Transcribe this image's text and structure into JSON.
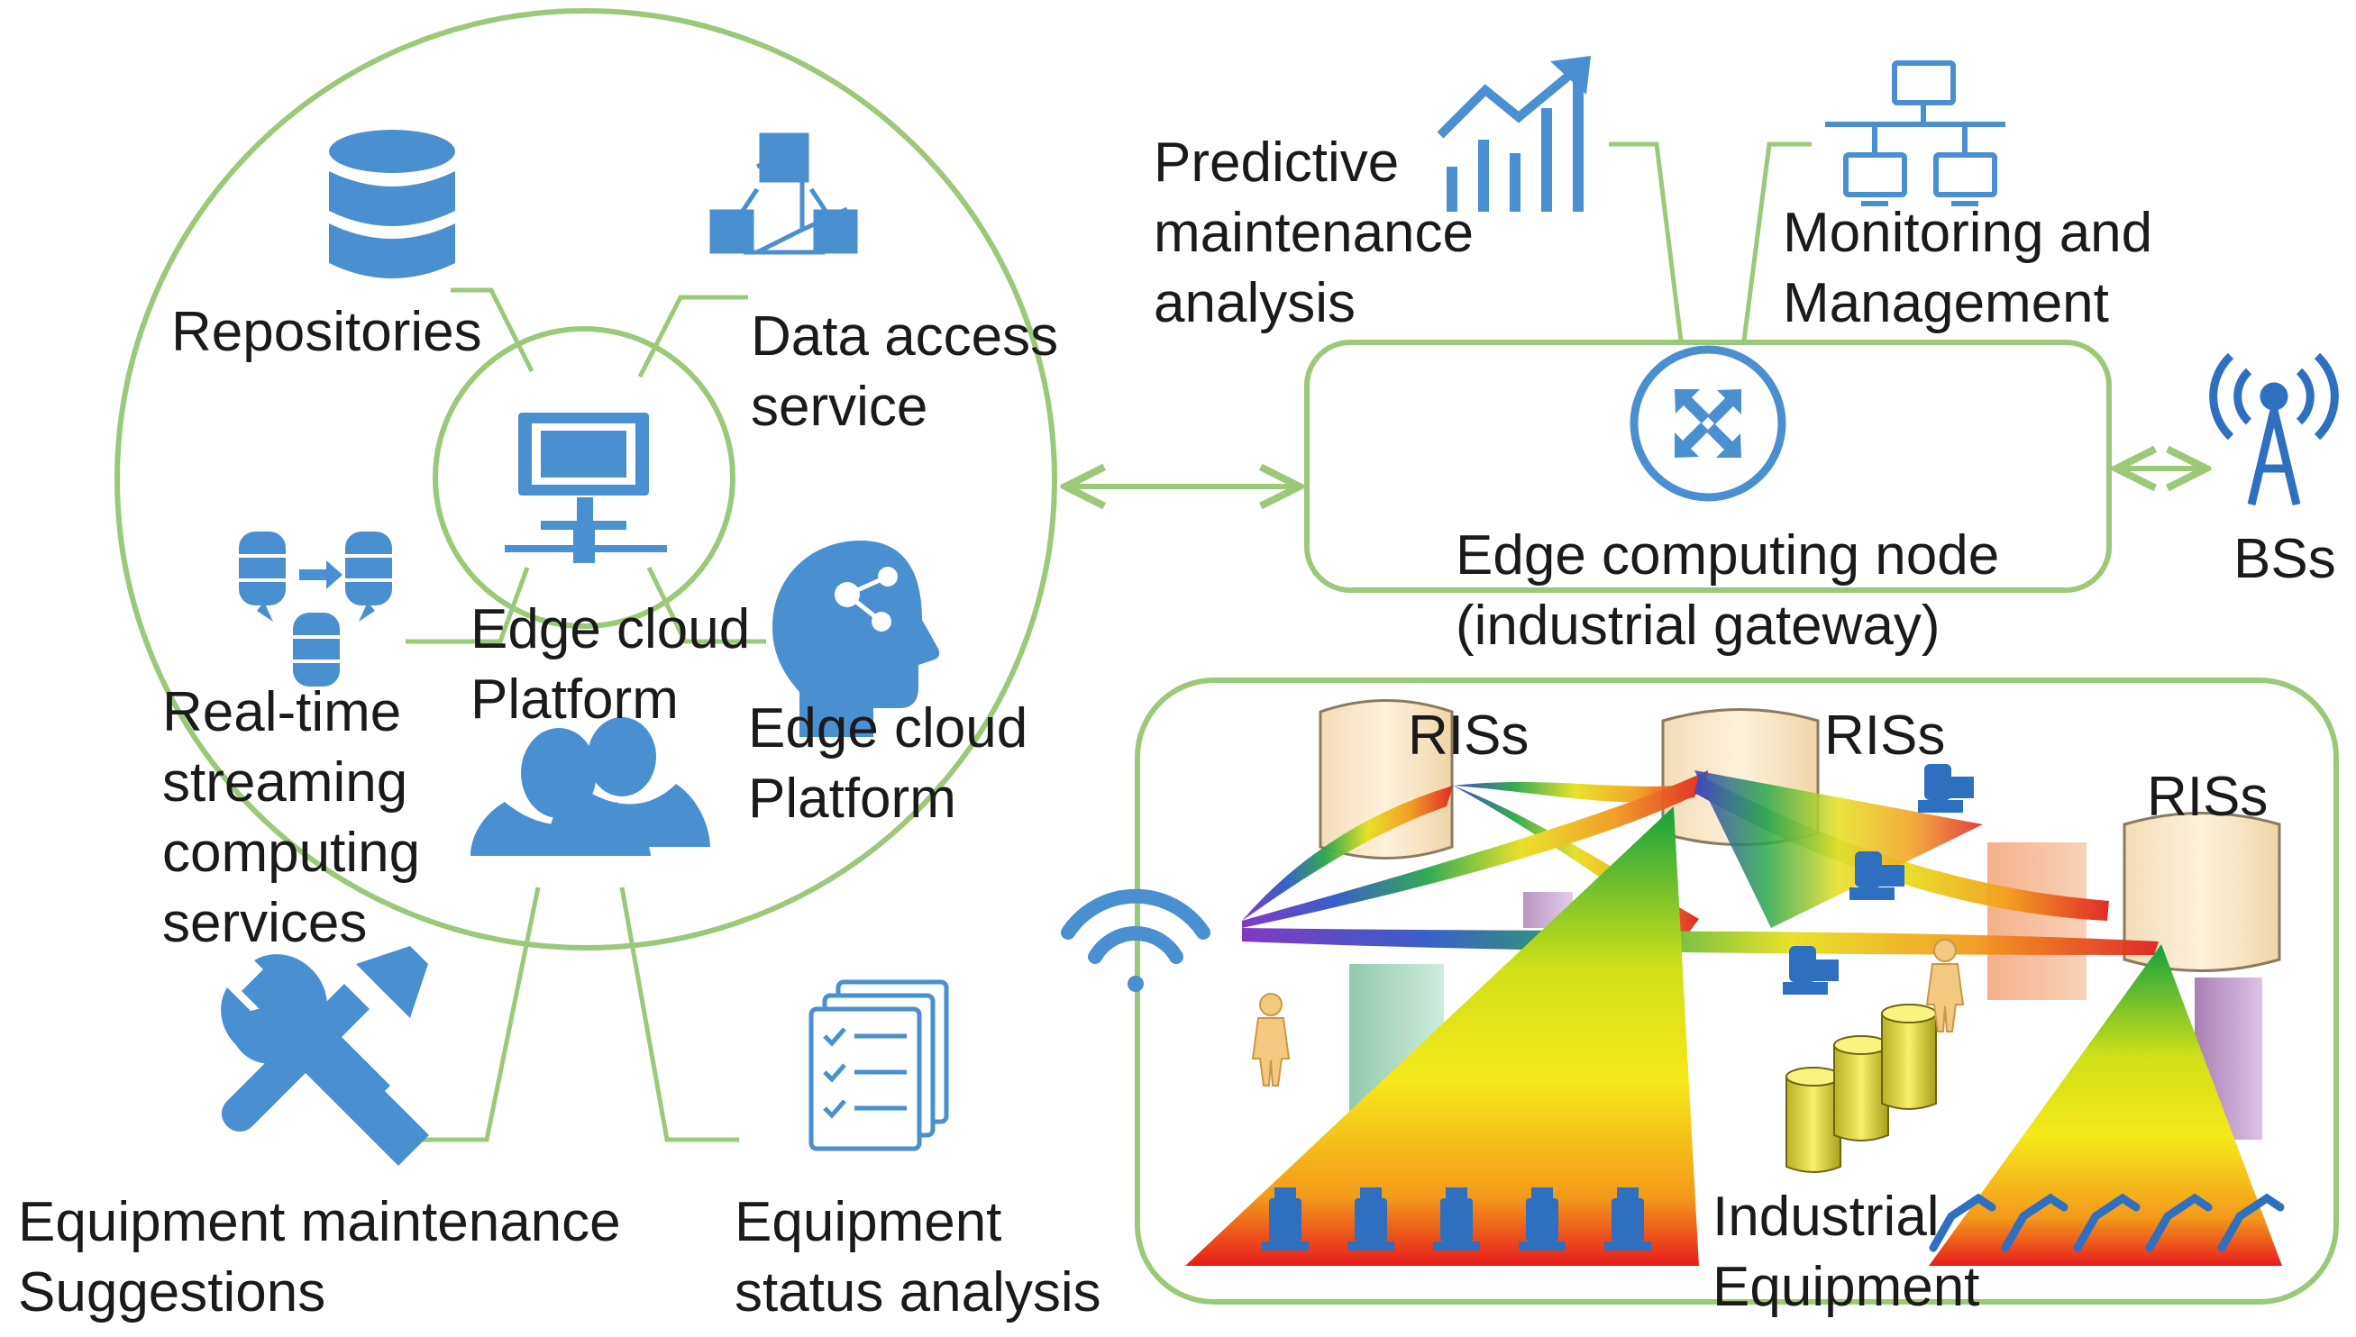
{
  "colors": {
    "accent": "#4a8fd0",
    "frame": "#9cc87a",
    "robot": "#2f6fc0"
  },
  "icons": [
    "database-icon",
    "cubes-network-icon",
    "monitor-network-icon",
    "streaming-databases-icon",
    "head-gear-icon",
    "users-icon",
    "wrench-tools-icon",
    "checklist-documents-icon",
    "trend-chart-icon",
    "network-topology-icon",
    "router-icon",
    "antenna-tower-icon",
    "wifi-icon",
    "worker-icon",
    "robot-arm-icon"
  ],
  "labels": {
    "repositories": "Repositories",
    "data_access": [
      "Data access",
      "service"
    ],
    "edge_cloud_center": [
      "Edge cloud",
      "Platform"
    ],
    "realtime": [
      "Real-time",
      "streaming",
      "computing",
      "services"
    ],
    "edge_cloud_right": [
      "Edge cloud",
      "Platform"
    ],
    "maintenance_suggestions": [
      "Equipment maintenance",
      "Suggestions"
    ],
    "status_analysis": [
      "Equipment",
      "status analysis"
    ],
    "predictive": [
      "Predictive",
      "maintenance",
      "analysis"
    ],
    "monitoring": [
      "Monitoring and",
      "Management"
    ],
    "edge_node": [
      "Edge computing node",
      "(industrial gateway)"
    ],
    "bss": "BSs",
    "ris_1": "RISs",
    "ris_2": "RISs",
    "ris_3": "RISs",
    "industrial": [
      "Industrial",
      "Equipment"
    ]
  }
}
